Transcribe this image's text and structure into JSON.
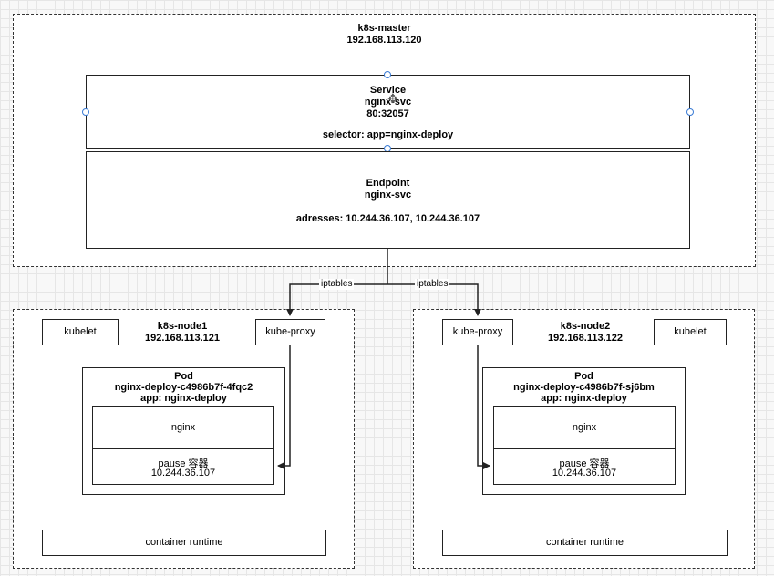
{
  "master": {
    "name": "k8s-master",
    "ip": "192.168.113.120"
  },
  "service": {
    "title": "Service",
    "name": "nginx-svc",
    "ports": "80:32057",
    "selector": "selector: app=nginx-deploy"
  },
  "endpoint": {
    "title": "Endpoint",
    "name": "nginx-svc",
    "addresses": "adresses: 10.244.36.107, 10.244.36.107"
  },
  "edges": {
    "left_label": "iptables",
    "right_label": "iptables"
  },
  "node1": {
    "name": "k8s-node1",
    "ip": "192.168.113.121",
    "kubelet": "kubelet",
    "kube_proxy": "kube-proxy",
    "pod": {
      "title": "Pod",
      "name": "nginx-deploy-c4986b7f-4fqc2",
      "label": "app: nginx-deploy",
      "container": "nginx",
      "pause": "pause 容器",
      "pause_ip": "10.244.36.107"
    },
    "runtime": "container runtime"
  },
  "node2": {
    "name": "k8s-node2",
    "ip": "192.168.113.122",
    "kubelet": "kubelet",
    "kube_proxy": "kube-proxy",
    "pod": {
      "title": "Pod",
      "name": "nginx-deploy-c4986b7f-sj6bm",
      "label": "app: nginx-deploy",
      "container": "nginx",
      "pause": "pause 容器",
      "pause_ip": "10.244.36.107"
    },
    "runtime": "container runtime"
  }
}
